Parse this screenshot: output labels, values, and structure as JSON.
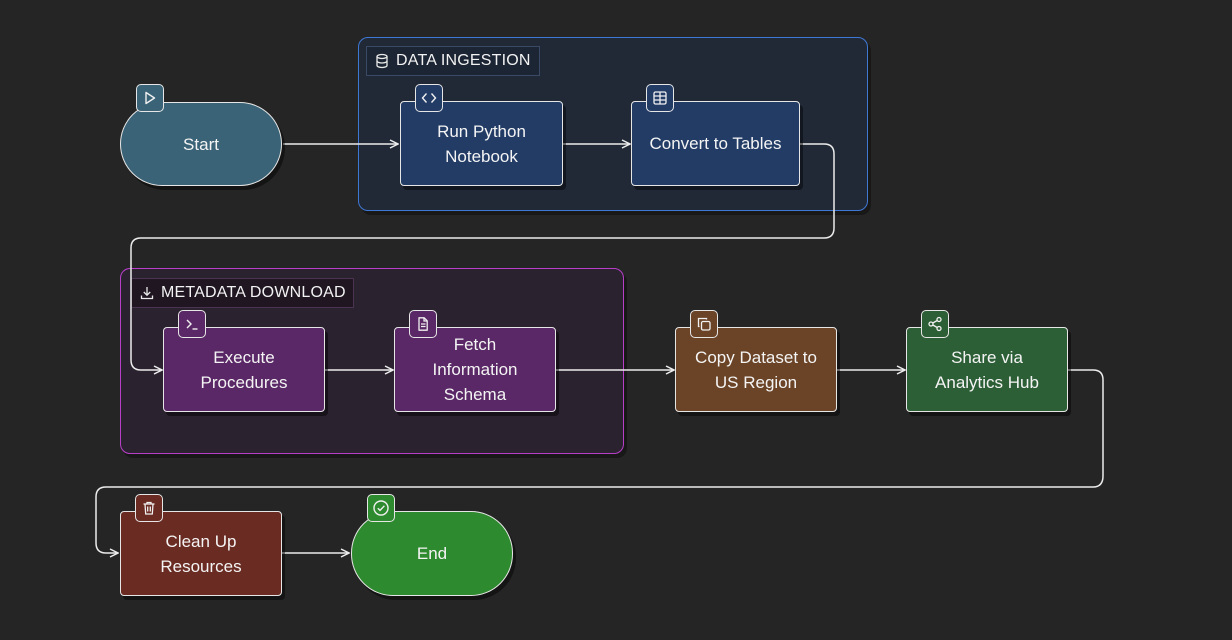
{
  "groups": {
    "ingestion": {
      "label": "DATA INGESTION",
      "icon": "database-icon",
      "color": "#3f78d4"
    },
    "metadata": {
      "label": "METADATA DOWNLOAD",
      "icon": "download-icon",
      "color": "#b73fc8"
    }
  },
  "nodes": {
    "start": {
      "label": "Start",
      "icon": "play-icon",
      "color": "#3b6377"
    },
    "run_notebook": {
      "label": "Run Python\nNotebook",
      "icon": "code-icon",
      "color": "#223c66"
    },
    "convert_tables": {
      "label": "Convert to Tables",
      "icon": "table-icon",
      "color": "#223c66"
    },
    "execute_procedures": {
      "label": "Execute\nProcedures",
      "icon": "terminal-icon",
      "color": "#5a2866"
    },
    "fetch_schema": {
      "label": "Fetch\nInformation\nSchema",
      "icon": "document-icon",
      "color": "#5a2866"
    },
    "copy_dataset": {
      "label": "Copy Dataset to\nUS Region",
      "icon": "copy-icon",
      "color": "#6b4427"
    },
    "share_hub": {
      "label": "Share via\nAnalytics Hub",
      "icon": "share-icon",
      "color": "#2d5f37"
    },
    "clean_up": {
      "label": "Clean Up\nResources",
      "icon": "trash-icon",
      "color": "#6a2b22"
    },
    "end": {
      "label": "End",
      "icon": "check-circle-icon",
      "color": "#2e8a2e"
    }
  }
}
